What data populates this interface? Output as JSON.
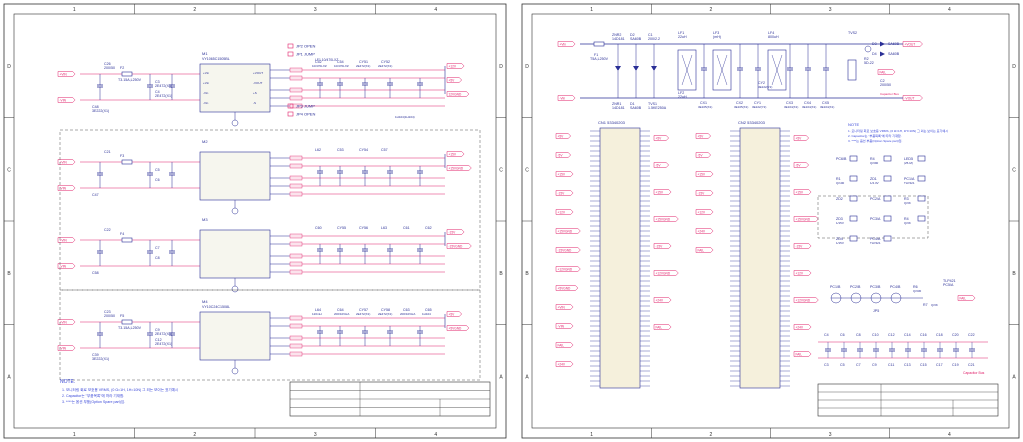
{
  "colors": {
    "wire": "#2a2f96",
    "net": "#e0206a",
    "power": "#18a038",
    "note": "#3a48d8",
    "border": "#303030",
    "body": "#f6f6ee"
  },
  "sheet_left": {
    "col_labels": [
      "1",
      "2",
      "3",
      "4"
    ],
    "row_labels": [
      "D",
      "C",
      "B",
      "A"
    ],
    "modules": [
      {
        "name": "M1",
        "part": "VY1065C1505BL",
        "fuse": "F2",
        "fuse_val": "T3.15A,L250V",
        "c_in_top": "C26",
        "c_in_top_val": "200/50",
        "c_in_bot": "C48",
        "c_in_bot_val": "3E222(X1)",
        "c_y1": "C3",
        "c_y1_val": "2E472(X1)",
        "c_y2": "C4",
        "c_y2_val": "2E472(X1)",
        "pins_left": [
          "+Vin",
          "+Vin",
          "-Vin",
          "-Vin"
        ],
        "pins_right": [
          "+VOUT",
          "-VOUT",
          "+S",
          "-S"
        ],
        "jumpers": [
          "JP2  OPEN",
          "JP1  JUMP",
          "JP3  JUMP",
          "JP4  OPEN"
        ],
        "caps_right": [
          "C52",
          "C54",
          "CY51",
          "CY52"
        ],
        "caps_right_vals": [
          "10/470LXZ",
          "10/470LXZ",
          "2E472(X1)",
          "2E472(X1)"
        ],
        "lf": "LF1",
        "lf_val": "10/470LXZ",
        "cap_extra": "1H104(1H104)",
        "outputs": [
          "+12V",
          "+5V",
          "12VGND"
        ]
      },
      {
        "name": "M2",
        "part": "",
        "fuse": "F3",
        "fuse_val": "",
        "c_in_top": "C21",
        "c_in_top_val": "",
        "c_in_bot": "C47",
        "c_in_bot_val": "",
        "c_y1": "C5",
        "c_y1_val": "",
        "c_y2": "C6",
        "c_y2_val": "",
        "caps_right": [
          "L62",
          "C53",
          "CY54",
          "C57"
        ],
        "outputs": [
          "+15V",
          "+15VGND"
        ]
      },
      {
        "name": "M3",
        "part": "",
        "fuse": "F4",
        "fuse_val": "",
        "c_in_top": "C22",
        "c_in_top_val": "",
        "c_in_bot": "C58",
        "c_in_bot_val": "",
        "c_y1": "C7",
        "c_y1_val": "",
        "c_y2": "C8",
        "c_y2_val": "",
        "caps_right": [
          "C60",
          "CY55",
          "CY56",
          "L63",
          "C61",
          "C62"
        ],
        "outputs": [
          "-15V",
          "-15VGND"
        ]
      },
      {
        "name": "M4",
        "part": "VY10C24C1508L",
        "fuse": "F5",
        "fuse_val": "T3.15A,L250V",
        "c_in_top": "C23",
        "c_in_top_val": "200/50",
        "c_in_bot": "C39",
        "c_in_bot_val": "3E222(X1)",
        "c_y1": "C9",
        "c_y1_val": "2E472(X1)",
        "c_y2": "C12",
        "c_y2_val": "2E472(X1)",
        "caps_right": [
          "L64",
          "C64",
          "CY57",
          "CY58",
          "C63",
          "C65"
        ],
        "caps_right_vals": [
          "120mH",
          "200/10VHA",
          "2E472(X1)",
          "2E472(X1)",
          "200/10VHA",
          "1H104"
        ],
        "outputs": [
          "+5V",
          "+5VGND"
        ]
      }
    ],
    "inputs": [
      "+VIN",
      "-VIN",
      "+VIN",
      "-VIN",
      "+VIN",
      "-VIN",
      "+VIN",
      "-VIN"
    ],
    "note_title": "NOTE.",
    "notes": [
      "1. 모니터링 회로 보호용 VRMS,  (0 Ω=1H, 1H=10N) 그 외는 보이는 표기예시",
      "2. Capacitor는 \"부품목록\"에 따라 기재함.",
      "3. ****는 옵션 부품(Option  Spare part)임."
    ],
    "title_block": [
      "",
      "",
      ""
    ]
  },
  "sheet_right": {
    "col_labels": [
      "1",
      "2",
      "3",
      "4"
    ],
    "row_labels": [
      "D",
      "C",
      "B",
      "A"
    ],
    "input": {
      "vin": "+Vin",
      "gnd": "-Vin",
      "fuse": "F1",
      "fuse_val": "T5A,L250V",
      "zener_a": "ZNR2",
      "zener_a_val": "14D181",
      "zener_b": "ZNR1",
      "zener_b_val": "14D181",
      "diode_a": "D2",
      "diode_a_val": "SA60B",
      "tvs": "TVS1",
      "tvs_val": "1.5KE250A",
      "cap_c1": "C1",
      "cap_c1_val": "200/2.2",
      "d1": "D1",
      "d1_val": "SA60B",
      "lf1": "LF1",
      "lf1_val": "22uH",
      "lf2": "LF2",
      "lf2_val": "22uH",
      "lf3": "LF3",
      "lf3_val": "(mH)",
      "lf4": "LF4",
      "lf4_val": "800uH",
      "cx1": "CX1",
      "cx1_val": "3E105(X1)",
      "cx2": "CX2",
      "cx2_val": "3E105(X1)",
      "cy1": "CY1",
      "cy1_val": "3E222(Y2)",
      "cy2": "CY2",
      "cy2_val": "3E222(Y2)",
      "cx3": "CX3",
      "cx3_val": "3E104(X1)",
      "cx4": "CX4",
      "cx4_val": "3E104(X1)",
      "cx5": "CX5",
      "cx5_val": "3E104(X1)",
      "tvs2": "TVS2",
      "d3": "D3",
      "d3_val": "SA60B",
      "d4": "D4",
      "d4_val": "SA60B",
      "cap_c2": "C2",
      "cap_c2_val": "200/50",
      "cap_c2_note": "Capacitor Bus",
      "res": "R2",
      "res_val": "5D-22",
      "out_pos": "+VOUT",
      "out_neg": "-VOUT",
      "out_fail": "FAIL"
    },
    "connectors": [
      {
        "name": "CN1",
        "part": "53340203",
        "rows": 26
      },
      {
        "name": "CN2",
        "part": "53340203",
        "rows": 26
      }
    ],
    "cn1_left_nets": [
      "+5V",
      "-5V",
      "+15V",
      "-15V",
      "+12V",
      "+15VGND",
      "-15VGND",
      "+12VGND",
      "+5VGND",
      "+VIN",
      "-VIN",
      "FAIL",
      "+24V"
    ],
    "cn1_right_nets": [
      "+5V",
      "-5V",
      "+15V",
      "+15VGND",
      "-15V",
      "+12VGND",
      "+24V",
      "FAIL"
    ],
    "cn2_left_nets": [
      "+5V",
      "-5V",
      "+15V",
      "-15V",
      "+12V",
      "+24V",
      "FAIL"
    ],
    "cn2_right_nets": [
      "+5V",
      "-5V",
      "+15V",
      "+15VGND",
      "-15V",
      "+12V",
      "+12VGND",
      "+24V",
      "FAIL"
    ],
    "note_title": "NOTE",
    "notes": [
      "1. 모니터링 회로 보호용 VRMS, (0 Ω=1H, 1H=10N) 그 외는 보이는 표기예시",
      "2. Capacitor는 \"부품목록\"에 따라 기재함.",
      "3. ****는 옵션 부품(Option  Spare part)임."
    ],
    "status_parts": [
      {
        "ref": "PC6/B",
        "val": ""
      },
      {
        "ref": "R4",
        "val": "Q/390"
      },
      {
        "ref": "LED5",
        "val": "(25-M)"
      },
      {
        "ref": "R1",
        "val": "Q/100"
      },
      {
        "ref": "ZD1",
        "val": "1/4.3V"
      },
      {
        "ref": "PC1/A",
        "val": "TLP421"
      },
      {
        "ref": "ZD2",
        "val": ""
      },
      {
        "ref": "PC2/A",
        "val": ""
      },
      {
        "ref": "R3",
        "val": "Q/3K"
      },
      {
        "ref": "ZD3",
        "val": "1/15V"
      },
      {
        "ref": "PC3/A",
        "val": ""
      },
      {
        "ref": "R4",
        "val": "Q/3K"
      },
      {
        "ref": "ZD4",
        "val": "1/15V"
      },
      {
        "ref": "PC4/A",
        "val": "TLP421"
      }
    ],
    "fail_chain": {
      "parts": [
        "PC1/B",
        "PC2/B",
        "PC3/B",
        "PC4/B"
      ],
      "r6": "R6",
      "r6_val": "Q/330",
      "r7": "R7",
      "r7_val": "Q/3K",
      "jp": "JP5",
      "tlp": "TLP421",
      "tlp_ref": "PC5/A",
      "out": "FAIL",
      "gnd": "-VOUTGND"
    },
    "cap_bus": {
      "top": [
        "C4",
        "C6",
        "C8",
        "C10",
        "C12",
        "C14",
        "C16",
        "C18",
        "C20",
        "C22"
      ],
      "bottom": [
        "C3",
        "C5",
        "C7",
        "C9",
        "C11",
        "C13",
        "C15",
        "C17",
        "C19",
        "C21"
      ],
      "label": "Capacitor Bus"
    },
    "title_block": [
      "",
      "",
      ""
    ]
  }
}
